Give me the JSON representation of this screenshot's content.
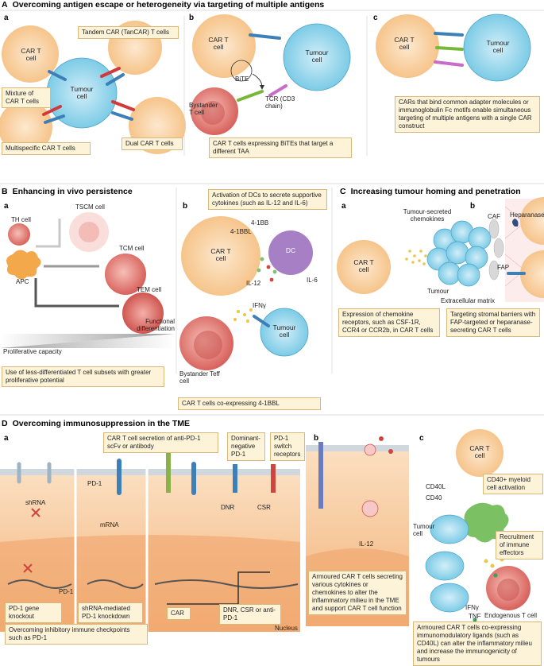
{
  "panelA": {
    "header_letter": "A",
    "header": "Overcoming antigen escape or heterogeneity via targeting of multiple antigens",
    "a": {
      "letter": "a",
      "car_t": "CAR T cell",
      "tandem": "Tandem CAR (TanCAR) T cells",
      "mixture": "Mixture of CAR T cells",
      "tumour": "Tumour cell",
      "multi": "Multispecific CAR T cells",
      "dual": "Dual CAR T cells"
    },
    "b": {
      "letter": "b",
      "car_t": "CAR T cell",
      "tumour": "Tumour cell",
      "bite": "BiTE",
      "bystander": "Bystander T cell",
      "tcr": "TCR (CD3 chain)",
      "box": "CAR T cells expressing BiTEs that target a different TAA"
    },
    "c": {
      "letter": "c",
      "car_t": "CAR T cell",
      "tumour": "Tumour cell",
      "box": "CARs that bind common adapter molecules or immunoglobulin Fc motifs enable simultaneous targeting of multiple antigens with a single CAR construct"
    }
  },
  "panelB": {
    "header_letter": "B",
    "header": "Enhancing in vivo persistence",
    "a": {
      "letter": "a",
      "th": "TH cell",
      "apc": "APC",
      "tscm": "TSCM cell",
      "tcm": "TCM cell",
      "tem": "TEM cell",
      "prolif": "Proliferative capacity",
      "func": "Functional differentiation",
      "box": "Use of less-differentiated T cell subsets with greater proliferative potential"
    },
    "b": {
      "letter": "b",
      "box_top": "Activation of DCs to secrete supportive cytokines (such as IL-12 and IL-6)",
      "l41bb": "4-1BB",
      "l41bbl": "4-1BBL",
      "dc": "DC",
      "car_t": "CAR T cell",
      "il12": "IL-12",
      "il6": "IL-6",
      "ifn": "IFNγ",
      "tumour": "Tumour cell",
      "bystander": "Bystander Teff cell",
      "box": "CAR T cells co-expressing 4-1BBL"
    }
  },
  "panelC": {
    "header_letter": "C",
    "header": "Increasing tumour homing and penetration",
    "a": {
      "letter": "a",
      "chemo": "Tumour-secreted chemokines",
      "car_t": "CAR T cell",
      "tumour": "Tumour",
      "ecm": "Extracellular matrix",
      "box": "Expression of chemokine receptors, such as CSF-1R, CCR4 or CCR2b, in CAR T cells"
    },
    "b": {
      "letter": "b",
      "caf": "CAF",
      "hep": "Heparanase",
      "fap": "FAP",
      "box": "Targeting stromal barriers with FAP-targeted or heparanase-secreting CAR T cells"
    }
  },
  "panelD": {
    "header_letter": "D",
    "header": "Overcoming immunosuppression in the TME",
    "a": {
      "letter": "a",
      "box1": "CAR T cell secretion of anti-PD-1 scFv or antibody",
      "box2": "Dominant-negative PD-1",
      "box3": "PD-1 switch receptors",
      "shrna": "shRNA",
      "pd1": "PD-1",
      "mrna": "mRNA",
      "dnr": "DNR",
      "csr": "CSR",
      "pd1b": "PD-1",
      "car": "CAR",
      "dnr_csr": "DNR, CSR or anti-PD-1",
      "nucleus": "Nucleus",
      "box_ko": "PD-1 gene knockout",
      "box_sh": "shRNA-mediated PD-1 knockdown",
      "box_bottom": "Overcoming inhibitory immune checkpoints such as PD-1"
    },
    "b": {
      "letter": "b",
      "il12": "IL-12",
      "box": "Armoured CAR T cells secreting various cytokines or chemokines to alter the inflammatory milieu in the TME and support CAR T cell function"
    },
    "c": {
      "letter": "c",
      "car_t": "CAR T cell",
      "cd40l": "CD40L",
      "cd40": "CD40",
      "box_myeloid": "CD40+ myeloid cell activation",
      "tumour": "Tumour cell",
      "box_recruit": "Recruitment of immune effectors",
      "ifn": "IFNγ",
      "tnf": "TNF",
      "endo": "Endogenous T cell",
      "box": "Armoured CAR T cells co-expressing immunomodulatory ligands (such as CD40L) can alter the inflammatory milieu and increase the immunogenicity of tumours"
    }
  },
  "colors": {
    "car_cell": "#f8c98e",
    "tumour_cell": "#8fd3ea",
    "t_cell": "#e07a74",
    "apc": "#f4a84c",
    "dc": "#a77fc5",
    "box_bg": "#fdf3d8"
  }
}
